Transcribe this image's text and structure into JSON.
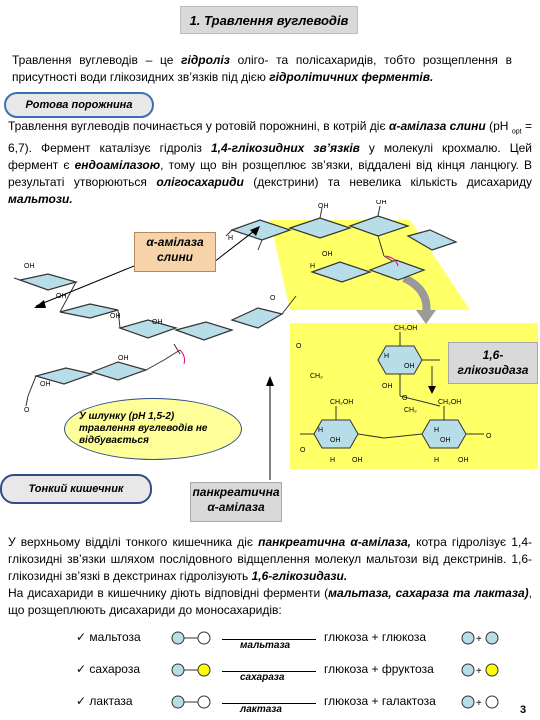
{
  "title": "1. Травлення вуглеводів",
  "intro": {
    "p1": "Травлення вуглеводів – це ",
    "p2": "гідроліз",
    "p3": " оліго- та полісахаридів,  тобто розщеплення в присутності води  глікозидних зв’язків під дією  ",
    "p4": "гідролітичних ферментів."
  },
  "oral_label": "Ротова порожнина",
  "oral": {
    "a": "Травлення вуглеводів починається у   ротовій порожнині, в котрій діє ",
    "b": "α-амілаза слини",
    "c": " (pH ",
    "d": "opt",
    "e": " = 6,7).  Фермент  каталізує   гідроліз  ",
    "f": "1,4-глікозидних  зв’язків",
    "g": "  у  молекулі крохмалю. Цей фермент є ",
    "h": "ендоамілазою",
    "i": ", тому що він розщеплює зв’язки, віддалені від кінця  ланцюгу.  В  результаті  утворюються  ",
    "j": "олігосахариди",
    "k": "  (декстрини)  та  невелика кількість  дисахариду  ",
    "l": "мальтози."
  },
  "diagram": {
    "amylase_saliva": "α-амілаза слини",
    "glucosidase": "1,6-глікозидаза",
    "stomach_note": "У шлунку (рН 1,5-2) травлення вуглеводів не відбувається",
    "small_intestine": "Тонкий кишечник",
    "pancreatic": "панкреатична α-амілаза",
    "glycoside_label": "1,6-",
    "ring_labels": [
      "OH",
      "CH₂",
      "CH₂OH",
      "H",
      "O"
    ]
  },
  "intestine": {
    "a": "У верхньому відділі тонкого кишечника діє ",
    "b": "панкреатична α-амілаза,",
    "c": " котра гідролізує 1,4-глікозидні  зв’язки  шляхом  послідовного  відщеплення    молекул  мальтози  від декстринів.  1,6-глікозидні зв’язкі  в декстринах гідролізують  ",
    "d": "1,6-глікозидази.",
    "e": "На  дисахариди  в  кишечнику  діють  відповідні  ферменти  (",
    "f": "мальтаза,  сахараза  та лактаза)",
    "g": ", що розщеплюють дисахариди   до моносахаридів:"
  },
  "disaccharides": [
    {
      "name": "мальтоза",
      "enzyme": "мальтаза",
      "result": "глюкоза + глюкоза",
      "color2": "#ffffff",
      "res_color2": "#b7dde8"
    },
    {
      "name": "сахароза",
      "enzyme": "сахараза",
      "result": "глюкоза + фруктоза",
      "color2": "#ffff00",
      "res_color2": "#ffff00"
    },
    {
      "name": "лактаза",
      "enzyme": "лактаза",
      "result": "глюкоза + галактоза",
      "color2": "#ffffff",
      "res_color2": "#ffffff"
    }
  ],
  "colors": {
    "glucose": "#b7dde8",
    "yellow_panel": "#ffff66",
    "label_orange": "#f6d3a9"
  },
  "page_number": "3"
}
